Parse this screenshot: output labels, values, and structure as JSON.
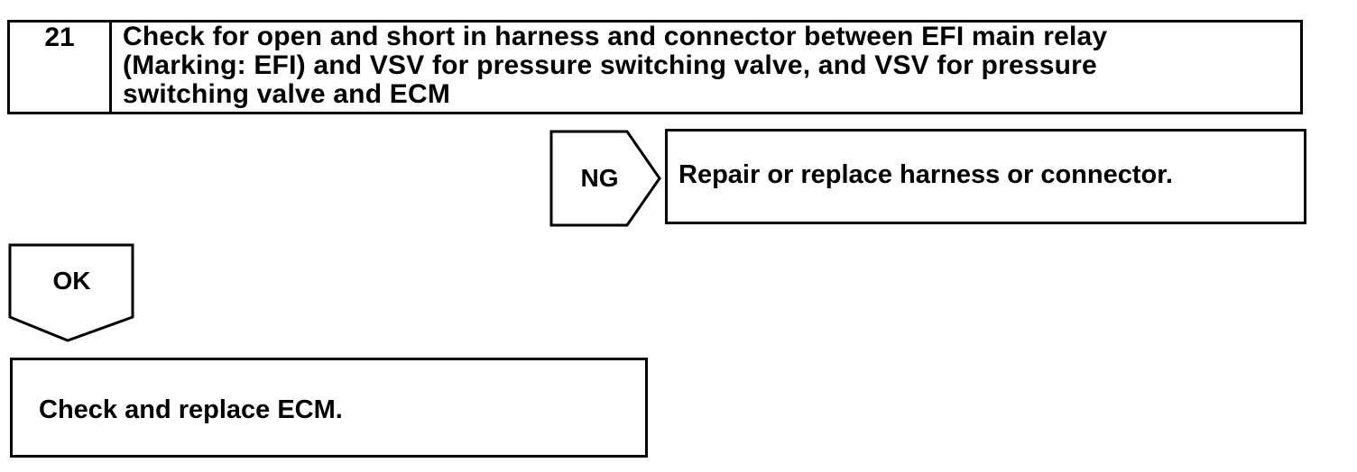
{
  "step": {
    "number": "21",
    "text_lines": [
      "Check for open and short in harness and connector between EFI main relay",
      "(Marking: EFI) and VSV for pressure switching valve, and VSV for pressure",
      "switching valve and ECM"
    ]
  },
  "ng_branch": {
    "label": "NG",
    "action": "Repair or replace harness or connector."
  },
  "ok_branch": {
    "label": "OK",
    "action": "Check and replace ECM."
  },
  "colors": {
    "line": "#000000",
    "background": "#ffffff"
  }
}
